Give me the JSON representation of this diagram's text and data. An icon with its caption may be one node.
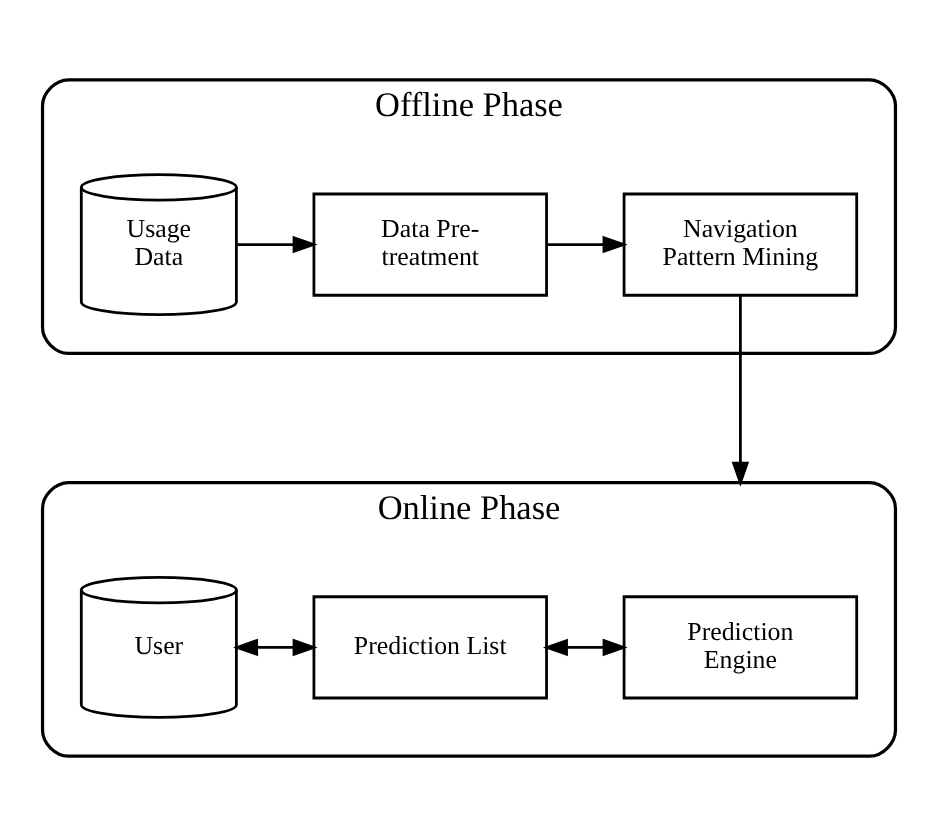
{
  "diagram": {
    "nodes": [
      {
        "text": [
          "Offline Phase"
        ]
      },
      {
        "text": [
          "Usage Data"
        ],
        "in": 0
      },
      {
        "text": [
          "Data Pre- treatment"
        ],
        "in": 0
      },
      {
        "text": [
          "Navigation Pattern Mining"
        ],
        "in": 0
      },
      {
        "text": [
          "Online Phase"
        ]
      },
      {
        "text": [
          "User"
        ],
        "in": 4
      },
      {
        "text": [
          "Prediction List"
        ],
        "in": 4
      },
      {
        "text": [
          "Prediction Engine"
        ],
        "in": 4
      }
    ],
    "edges": [
      {
        "from": 1,
        "to": 2,
        "arrow": "to"
      },
      {
        "from": 2,
        "to": 3,
        "arrow": "to"
      },
      {
        "from": 3,
        "to": 4,
        "arrow": "to"
      },
      {
        "from": 5,
        "to": 6,
        "arrow": "both"
      },
      {
        "from": 6,
        "to": 7,
        "arrow": "both"
      }
    ]
  }
}
